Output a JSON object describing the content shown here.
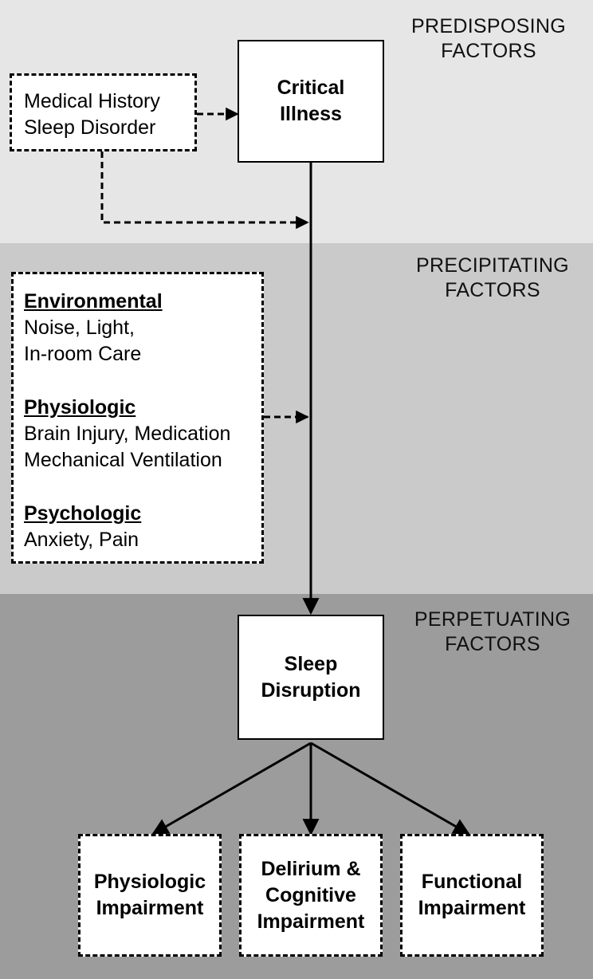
{
  "bands": [
    {
      "title_lines": [
        "PREDISPOSING",
        "FACTORS"
      ],
      "color": "#e6e6e6"
    },
    {
      "title_lines": [
        "PRECIPITATING",
        "FACTORS"
      ],
      "color": "#cacaca"
    },
    {
      "title_lines": [
        "PERPETUATING",
        "FACTORS"
      ],
      "color": "#9c9c9c"
    }
  ],
  "nodes": {
    "critical_illness": {
      "lines": [
        "Critical",
        "Illness"
      ]
    },
    "medical_history": {
      "lines": [
        "Medical History",
        "Sleep Disorder"
      ]
    },
    "precipitating_groups": [
      {
        "heading": "Environmental",
        "lines": [
          "Noise, Light,",
          "In-room Care"
        ]
      },
      {
        "heading": "Physiologic",
        "lines": [
          "Brain Injury, Medication",
          "Mechanical Ventilation"
        ]
      },
      {
        "heading": "Psychologic",
        "lines": [
          "Anxiety, Pain"
        ]
      }
    ],
    "sleep_disruption": {
      "lines": [
        "Sleep",
        "Disruption"
      ]
    },
    "outcomes": [
      {
        "lines": [
          "Physiologic",
          "Impairment"
        ]
      },
      {
        "lines": [
          "Delirium &",
          "Cognitive",
          "Impairment"
        ]
      },
      {
        "lines": [
          "Functional",
          "Impairment"
        ]
      }
    ]
  }
}
